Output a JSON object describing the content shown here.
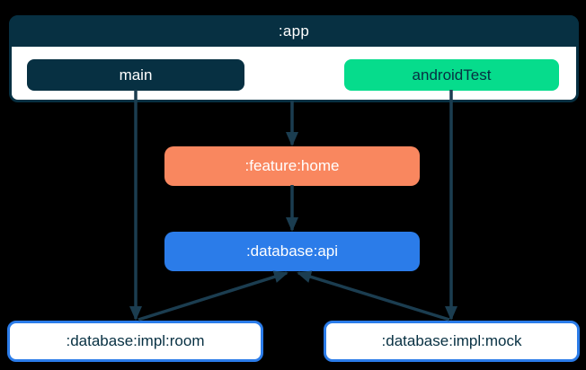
{
  "diagram": {
    "background_color": "#000000",
    "edge_color": "#1b3d50",
    "app_container": {
      "label": ":app",
      "header_color": "#073042",
      "body_color": "#ffffff",
      "children": [
        {
          "id": "main",
          "label": "main",
          "bg_color": "#073042",
          "text_color": "#ffffff"
        },
        {
          "id": "androidTest",
          "label": "androidTest",
          "bg_color": "#06DC8C",
          "text_color": "#073042"
        }
      ]
    },
    "nodes": [
      {
        "id": "feature-home",
        "label": ":feature:home",
        "bg_color": "#F9875F",
        "text_color": "#ffffff"
      },
      {
        "id": "database-api",
        "label": ":database:api",
        "bg_color": "#2B7CE9",
        "text_color": "#ffffff"
      },
      {
        "id": "database-impl-room",
        "label": ":database:impl:room",
        "bg_color": "#ffffff",
        "border_color": "#2B7CE9",
        "text_color": "#073042"
      },
      {
        "id": "database-impl-mock",
        "label": ":database:impl:mock",
        "bg_color": "#ffffff",
        "border_color": "#2B7CE9",
        "text_color": "#073042"
      }
    ],
    "edges": [
      {
        "from": "app",
        "to": "feature-home"
      },
      {
        "from": "feature-home",
        "to": "database-api"
      },
      {
        "from": "main",
        "to": "database-impl-room"
      },
      {
        "from": "androidTest",
        "to": "database-impl-mock"
      },
      {
        "from": "database-impl-room",
        "to": "database-api"
      },
      {
        "from": "database-impl-mock",
        "to": "database-api"
      }
    ]
  }
}
